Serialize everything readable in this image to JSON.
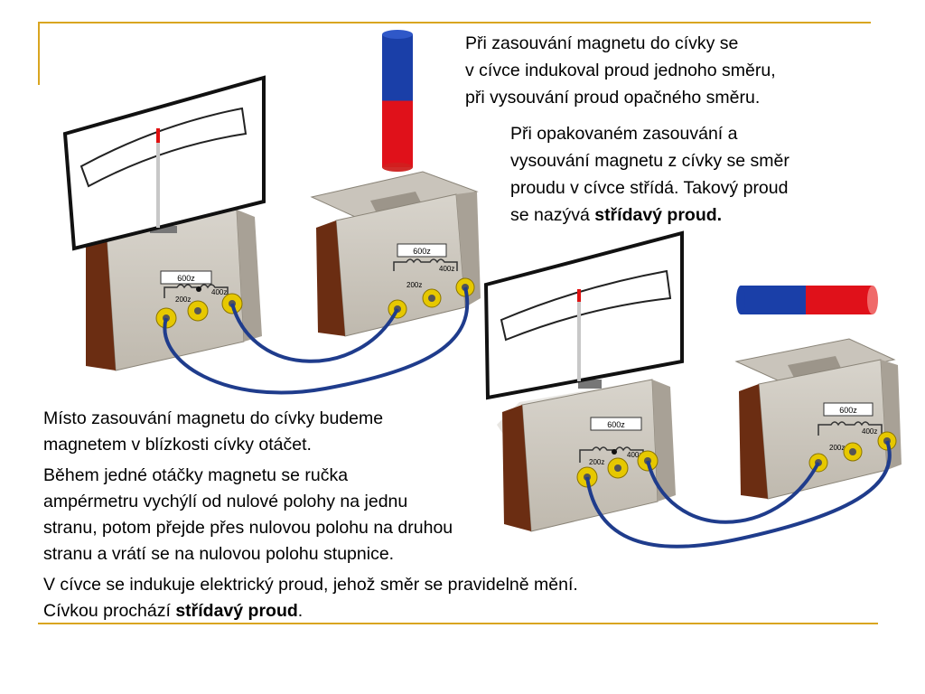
{
  "paragraphs": {
    "p1": [
      "Při zasouvání magnetu do cívky se",
      "v cívce indukoval proud jednoho směru,",
      "při vysouvání proud opačného směru."
    ],
    "p2": {
      "lines": [
        "Při opakovaném zasouvání a",
        "vysouvání magnetu z cívky se směr",
        "proudu v cívce střídá. Takový proud"
      ],
      "last_prefix": "se nazývá ",
      "last_bold": "střídavý proud."
    },
    "p3": [
      "Místo zasouvání magnetu do cívky budeme",
      "magnetem v blízkosti cívky otáčet."
    ],
    "p4": [
      "Během jedné otáčky magnetu se ručka",
      "ampérmetru vychýlí od nulové polohy na jednu",
      "stranu, potom přejde přes nulovou polohu na druhou",
      "stranu a vrátí se na nulovou polohu stupnice."
    ],
    "p5": {
      "line1": "V cívce se indukuje elektrický proud, jehož směr se pravidelně mění.",
      "prefix": "Cívkou prochází ",
      "bold": "střídavý proud",
      "suffix": "."
    }
  },
  "coil_labels": {
    "top": "600z",
    "left": "200z",
    "right": "400z"
  },
  "colors": {
    "accent_line": "#d9a520",
    "magnet_north": "#1a3fa8",
    "magnet_south": "#e0111a",
    "wire": "#1f3c8c",
    "terminal": "#e6c800",
    "needle_tip": "#e01010"
  }
}
